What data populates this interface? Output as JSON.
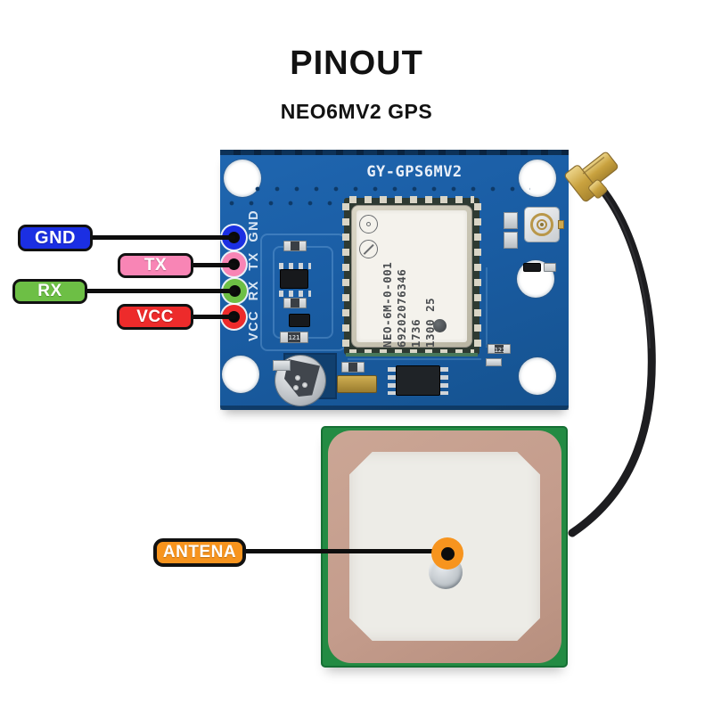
{
  "page": {
    "title": "PINOUT",
    "subtitle": "NEO6MV2 GPS"
  },
  "colors": {
    "pcb_blue": "#1A5DA4",
    "pcb_dark": "#0E3A68",
    "silkscreen_white": "#E9EFF8",
    "antenna_green": "#238B43",
    "patch_copper": "#C49C8C",
    "ceramic_white": "#EDECE7",
    "cable_black": "#1D1D20",
    "connector_gold": "#C9A23F",
    "label_border_black": "#111111",
    "label_text_white": "#FFFFFF"
  },
  "board": {
    "silkscreen_title": "GY-GPS6MV2",
    "pin_header_vertical_text": "VCC RX TX GND",
    "module_label_lines": [
      "NEO-6M-0-001",
      "69202076346",
      "1736",
      "1300 25"
    ],
    "resistor_marking": "121"
  },
  "pins": [
    {
      "label": "GND",
      "color": "#1B2FE3"
    },
    {
      "label": "TX",
      "color": "#F885B5"
    },
    {
      "label": "RX",
      "color": "#6DBF45"
    },
    {
      "label": "VCC",
      "color": "#ED2B2B"
    }
  ],
  "antenna": {
    "label": "ANTENA",
    "color": "#F7941E"
  }
}
